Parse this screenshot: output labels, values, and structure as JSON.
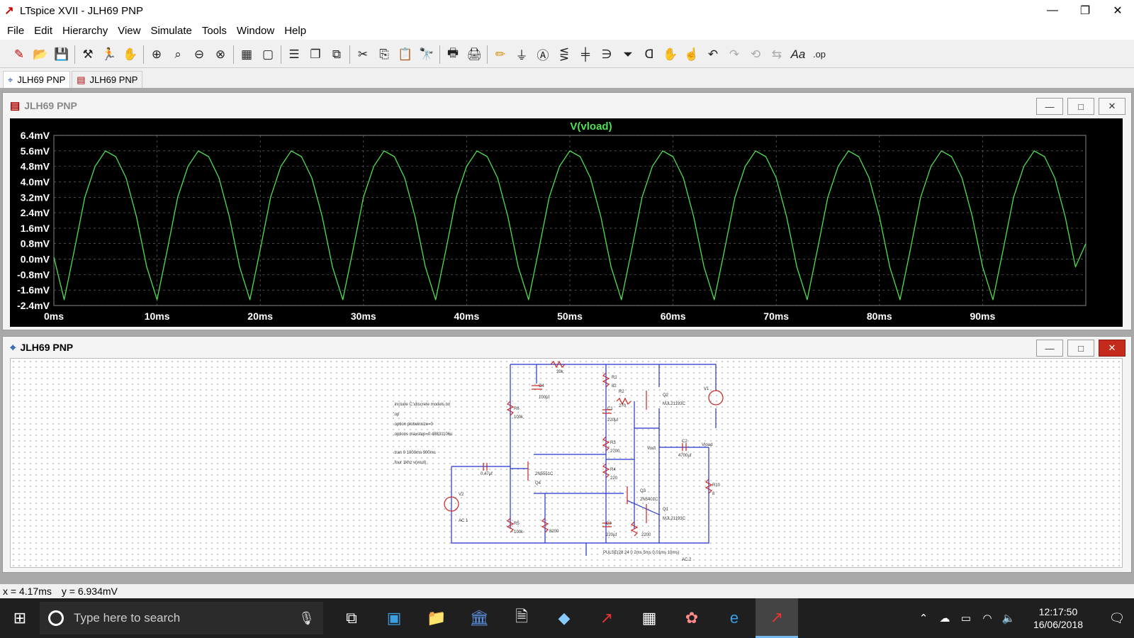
{
  "window": {
    "title": "LTspice XVII - JLH69 PNP",
    "minimize": "—",
    "maximize": "❐",
    "close": "✕"
  },
  "menu": [
    "File",
    "Edit",
    "Hierarchy",
    "View",
    "Simulate",
    "Tools",
    "Window",
    "Help"
  ],
  "tabs": [
    {
      "label": "JLH69 PNP",
      "icon": "schematic-icon"
    },
    {
      "label": "JLH69 PNP",
      "icon": "waveform-icon"
    }
  ],
  "waveform": {
    "title": "JLH69 PNP",
    "trace_label": "V(vload)",
    "trace_color": "#4fe04f"
  },
  "chart_data": {
    "type": "line",
    "title": "V(vload)",
    "xlabel": "",
    "ylabel": "",
    "xlim": [
      0,
      100
    ],
    "x_unit": "ms",
    "ylim": [
      -2.4,
      6.4
    ],
    "y_unit": "mV",
    "xticks": [
      "0ms",
      "10ms",
      "20ms",
      "30ms",
      "40ms",
      "50ms",
      "60ms",
      "70ms",
      "80ms",
      "90ms"
    ],
    "yticks": [
      "6.4mV",
      "5.6mV",
      "4.8mV",
      "4.0mV",
      "3.2mV",
      "2.4mV",
      "1.6mV",
      "0.8mV",
      "0.0mV",
      "-0.8mV",
      "-1.6mV",
      "-2.4mV"
    ],
    "series": [
      {
        "color": "#4fe04f",
        "x": [
          0,
          1,
          2,
          3,
          4,
          5,
          6,
          7,
          8,
          9,
          10,
          11,
          12,
          13,
          14,
          15,
          16,
          17,
          18,
          19,
          20,
          21,
          22,
          23,
          24,
          25,
          26,
          27,
          28,
          29,
          30,
          31,
          32,
          33,
          34,
          35,
          36,
          37,
          38,
          39,
          40,
          41,
          42,
          43,
          44,
          45,
          46,
          47,
          48,
          49,
          50,
          51,
          52,
          53,
          54,
          55,
          56,
          57,
          58,
          59,
          60,
          61,
          62,
          63,
          64,
          65,
          66,
          67,
          68,
          69,
          70,
          71,
          72,
          73,
          74,
          75,
          76,
          77,
          78,
          79,
          80,
          81,
          82,
          83,
          84,
          85,
          86,
          87,
          88,
          89,
          90,
          91,
          92,
          93,
          94,
          95,
          96,
          97,
          98,
          99,
          100
        ],
        "y": [
          0.1,
          -2.1,
          0.5,
          3.2,
          4.8,
          5.6,
          5.3,
          4.2,
          2.2,
          -0.4,
          -2.1,
          0.5,
          3.2,
          4.8,
          5.6,
          5.3,
          4.2,
          2.2,
          -0.4,
          -2.1,
          0.5,
          3.2,
          4.8,
          5.6,
          5.3,
          4.2,
          2.2,
          -0.4,
          -2.1,
          0.5,
          3.2,
          4.8,
          5.6,
          5.3,
          4.2,
          2.2,
          -0.4,
          -2.1,
          0.5,
          3.2,
          4.8,
          5.6,
          5.3,
          4.2,
          2.2,
          -0.4,
          -2.1,
          0.5,
          3.2,
          4.8,
          5.6,
          5.3,
          4.2,
          2.2,
          -0.4,
          -2.1,
          0.5,
          3.2,
          4.8,
          5.6,
          5.3,
          4.2,
          2.2,
          -0.4,
          -2.1,
          0.5,
          3.2,
          4.8,
          5.6,
          5.3,
          4.2,
          2.2,
          -0.4,
          -2.1,
          0.5,
          3.2,
          4.8,
          5.6,
          5.3,
          4.2,
          2.2,
          -0.4,
          -2.1,
          0.5,
          3.2,
          4.8,
          5.6,
          5.3,
          4.2,
          2.2,
          -0.4,
          -2.1,
          0.5,
          3.2,
          4.8,
          5.6,
          5.3,
          4.2,
          2.2,
          -0.4,
          0.8
        ]
      }
    ],
    "grid": true
  },
  "schematic": {
    "title": "JLH69 PNP",
    "directives": [
      ".include C:\\discrete models.txt",
      ";op",
      ".option plotwinsize=0",
      ".options maxstep=0.48831106u",
      ".tran 0 1000ms 900ms",
      ".four 1khz v(vout)"
    ],
    "components": {
      "r_fb": "39k",
      "c4": "C4",
      "c4v": "100µf",
      "r1": "R1",
      "r1v": "82",
      "r2": "R2",
      "r2v": "270",
      "c1": "C1",
      "c1v": "220µf",
      "r3": "R3",
      "r3v": "2700",
      "r4": "R4",
      "r4v": "220",
      "r6": "R6",
      "r6v": "100k",
      "r5": "R5",
      "r5v": "100k",
      "r8200": "8200",
      "cin": "0.47µf",
      "q4": "2N5551C",
      "q4n": "Q4",
      "q3": "Q3",
      "q3v": "2N5401C",
      "q2": "Q2",
      "q2v": "MJL21193C",
      "q1": "Q1",
      "q1v": "MJL21193C",
      "c3": "C3",
      "c3v": "220µf",
      "r2200": "2200",
      "c2": "C2",
      "c2v": "4700µf",
      "vload": "Vload",
      "vout": "Vout",
      "r10": "R10",
      "r10v": "8",
      "v1": "V1",
      "v2": "V2",
      "ac1": "AC 1",
      "pulse": "PULSE(28 24 0 2ms 5ms 0.01ms 10ms)",
      "ac2": "AC 2"
    }
  },
  "status": {
    "x": "x = 4.17ms",
    "y": "y = 6.934mV"
  },
  "taskbar": {
    "search_placeholder": "Type here to search",
    "time": "12:17:50",
    "date": "16/06/2018"
  }
}
